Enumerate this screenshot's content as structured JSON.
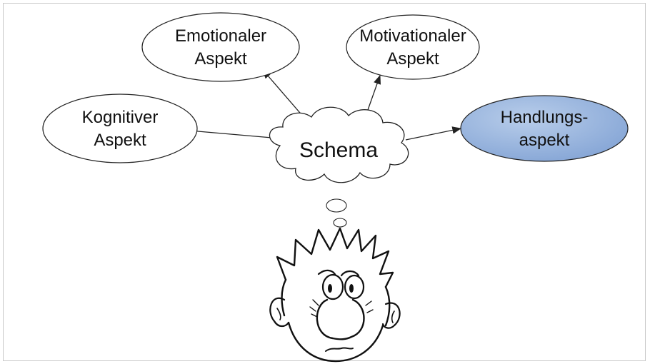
{
  "diagram": {
    "center": {
      "label": "Schema"
    },
    "aspects": [
      {
        "id": "emotional",
        "line1": "Emotionaler",
        "line2": "Aspekt"
      },
      {
        "id": "motivational",
        "line1": "Motivationaler",
        "line2": "Aspekt"
      },
      {
        "id": "cognitive",
        "line1": "Kognitiver",
        "line2": "Aspekt"
      },
      {
        "id": "action",
        "line1": "Handlungs-",
        "line2": "aspekt",
        "highlighted": true
      }
    ],
    "colors": {
      "ellipse_fill": "#ffffff",
      "highlight_fill": "#9db8df",
      "stroke": "#222222"
    },
    "figure": {
      "icon": "thinking-face-icon"
    }
  }
}
